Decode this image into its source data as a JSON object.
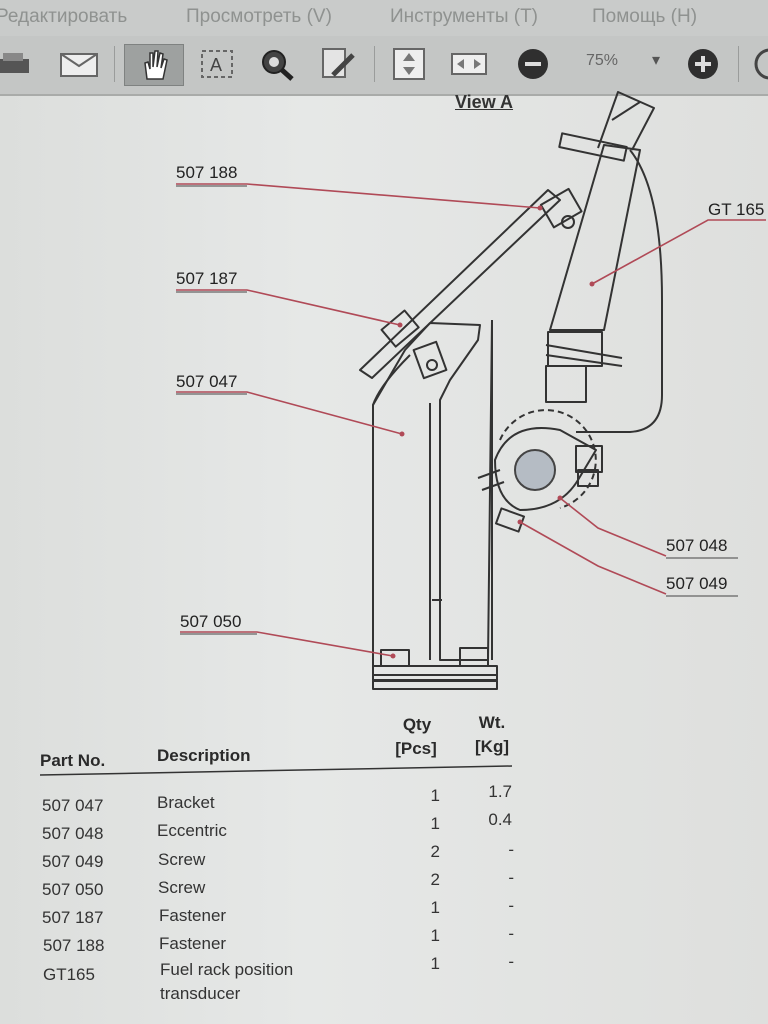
{
  "menu": [
    "Редактировать",
    "Просмотреть (V)",
    "Инструменты (T)",
    "Помощь (H)"
  ],
  "toolbar": {
    "icons": [
      "printer-icon",
      "mail-icon",
      "hand-icon",
      "text-select-icon",
      "zoom-icon",
      "edit-icon",
      "fit-page-icon",
      "fit-width-icon",
      "zoom-out-icon",
      "zoom-in-icon"
    ],
    "zoom": "75%",
    "zoom_arrow": "▾"
  },
  "drawing": {
    "view_title": "View A",
    "callouts": [
      "507 188",
      "507 187",
      "507 047",
      "507 050",
      "GT 165",
      "507 048",
      "507 049"
    ]
  },
  "table": {
    "headers": {
      "part_no": "Part No.",
      "description": "Description",
      "qty": "Qty",
      "qty_unit": "[Pcs]",
      "wt": "Wt.",
      "wt_unit": "[Kg]"
    },
    "rows": [
      {
        "part": "507 047",
        "desc": "Bracket",
        "qty": "1",
        "wt": "1.7"
      },
      {
        "part": "507 048",
        "desc": "Eccentric",
        "qty": "1",
        "wt": "0.4"
      },
      {
        "part": "507 049",
        "desc": "Screw",
        "qty": "2",
        "wt": "-"
      },
      {
        "part": "507 050",
        "desc": "Screw",
        "qty": "2",
        "wt": "-"
      },
      {
        "part": "507 187",
        "desc": "Fastener",
        "qty": "1",
        "wt": "-"
      },
      {
        "part": "507 188",
        "desc": "Fastener",
        "qty": "1",
        "wt": "-"
      },
      {
        "part": "GT165",
        "desc": "Fuel rack position",
        "desc2": "transducer",
        "qty": "1",
        "wt": "-"
      }
    ]
  }
}
